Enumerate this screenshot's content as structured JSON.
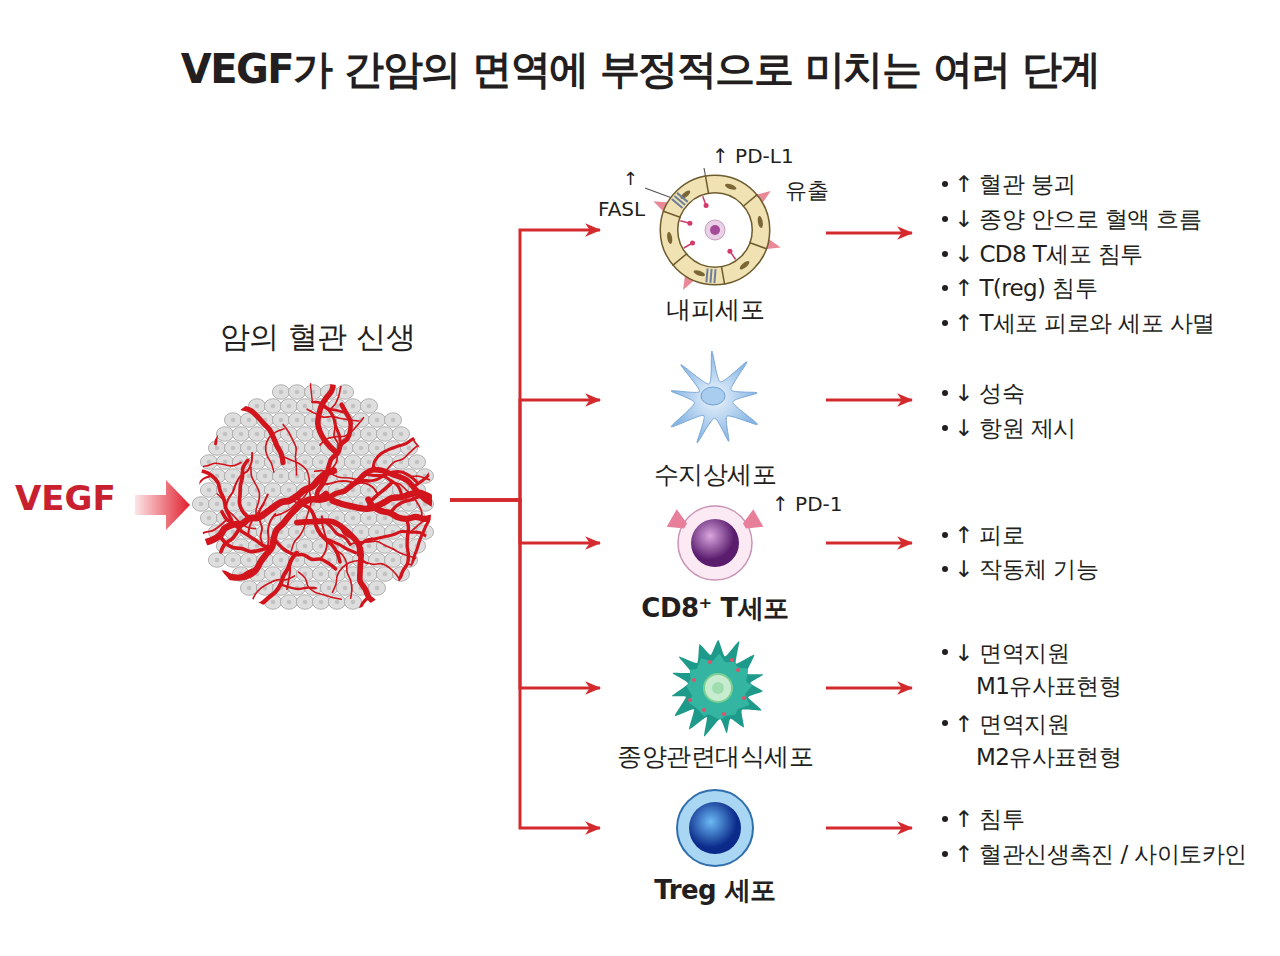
{
  "diagram": {
    "title": "VEGF가 간암의 면역에 부정적으로 미치는 여러 단계",
    "nodes": [
      {
        "text": [
          "암의 혈관 신생"
        ]
      },
      {
        "text": [
          "내피세포"
        ]
      },
      {
        "text": [
          "수지상세포"
        ]
      },
      {
        "text": [
          "CD8⁺ T세포"
        ]
      },
      {
        "text": [
          "종양관련대식세포"
        ]
      },
      {
        "text": [
          "Treg 세포"
        ]
      }
    ],
    "edges": [
      {
        "from": 0,
        "to": 1,
        "arrow": "to"
      },
      {
        "from": 0,
        "to": 2,
        "arrow": "to"
      },
      {
        "from": 0,
        "to": 3,
        "arrow": "to"
      },
      {
        "from": 0,
        "to": 4,
        "arrow": "to"
      },
      {
        "from": 0,
        "to": 5,
        "arrow": "to"
      }
    ],
    "labels": [
      "VEGF",
      "↑ PD-L1",
      "↑",
      "FASL",
      "유출",
      "↑ 혈관 붕괴",
      "↓ 종양 안으로 혈액 흐름",
      "↓ CD8 T세포 침투",
      "↑ T(reg) 침투",
      "↑ T세포 피로와 세포 사멸",
      "↓ 성숙",
      "↓ 항원 제시",
      "↑ PD-1",
      "↑ 피로",
      "↓ 작동체 기능",
      "↓ 면역지원 M1유사표현형",
      "↑ 면역지원 M2유사표현형",
      "↑ 침투",
      "↑ 혈관신생촉진 / 사이토카인"
    ]
  }
}
